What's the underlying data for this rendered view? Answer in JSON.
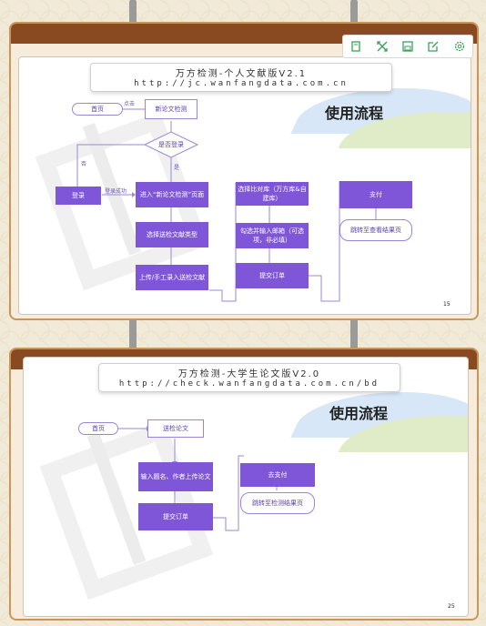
{
  "toolbar": {
    "icons": [
      "fit-page-icon",
      "fullscreen-icon",
      "save-icon",
      "share-icon",
      "settings-icon"
    ]
  },
  "slide1": {
    "title": "万方检测-个人文献版V2.1",
    "url": "http://jc.wanfangdata.com.cn",
    "usage": "使用流程",
    "page": "15",
    "home": "首页",
    "click_label": "点击",
    "new_check": "新论文检测",
    "login_q": "是否登录",
    "no": "否",
    "yes": "是",
    "login": "登录",
    "login_ok": "登录成功",
    "enter_page": "进入“新论文检测”页面",
    "choose_type": "选择送检文献类型",
    "upload": "上传/手工录入送检文献",
    "choose_db": "选择比对库（万方库&自建库）",
    "email": "勾选并输入邮箱（可选项，非必填）",
    "submit": "提交订单",
    "pay": "支付",
    "jump": "跳转至查看结果页"
  },
  "slide2": {
    "title": "万方检测-大学生论文版V2.0",
    "url": "http://check.wanfangdata.com.cn/bd",
    "usage": "使用流程",
    "page": "25",
    "home": "首页",
    "send": "送检论文",
    "input": "输入题名、作者上传论文",
    "submit": "提交订单",
    "pay": "去支付",
    "jump": "跳转至检测结果页"
  }
}
